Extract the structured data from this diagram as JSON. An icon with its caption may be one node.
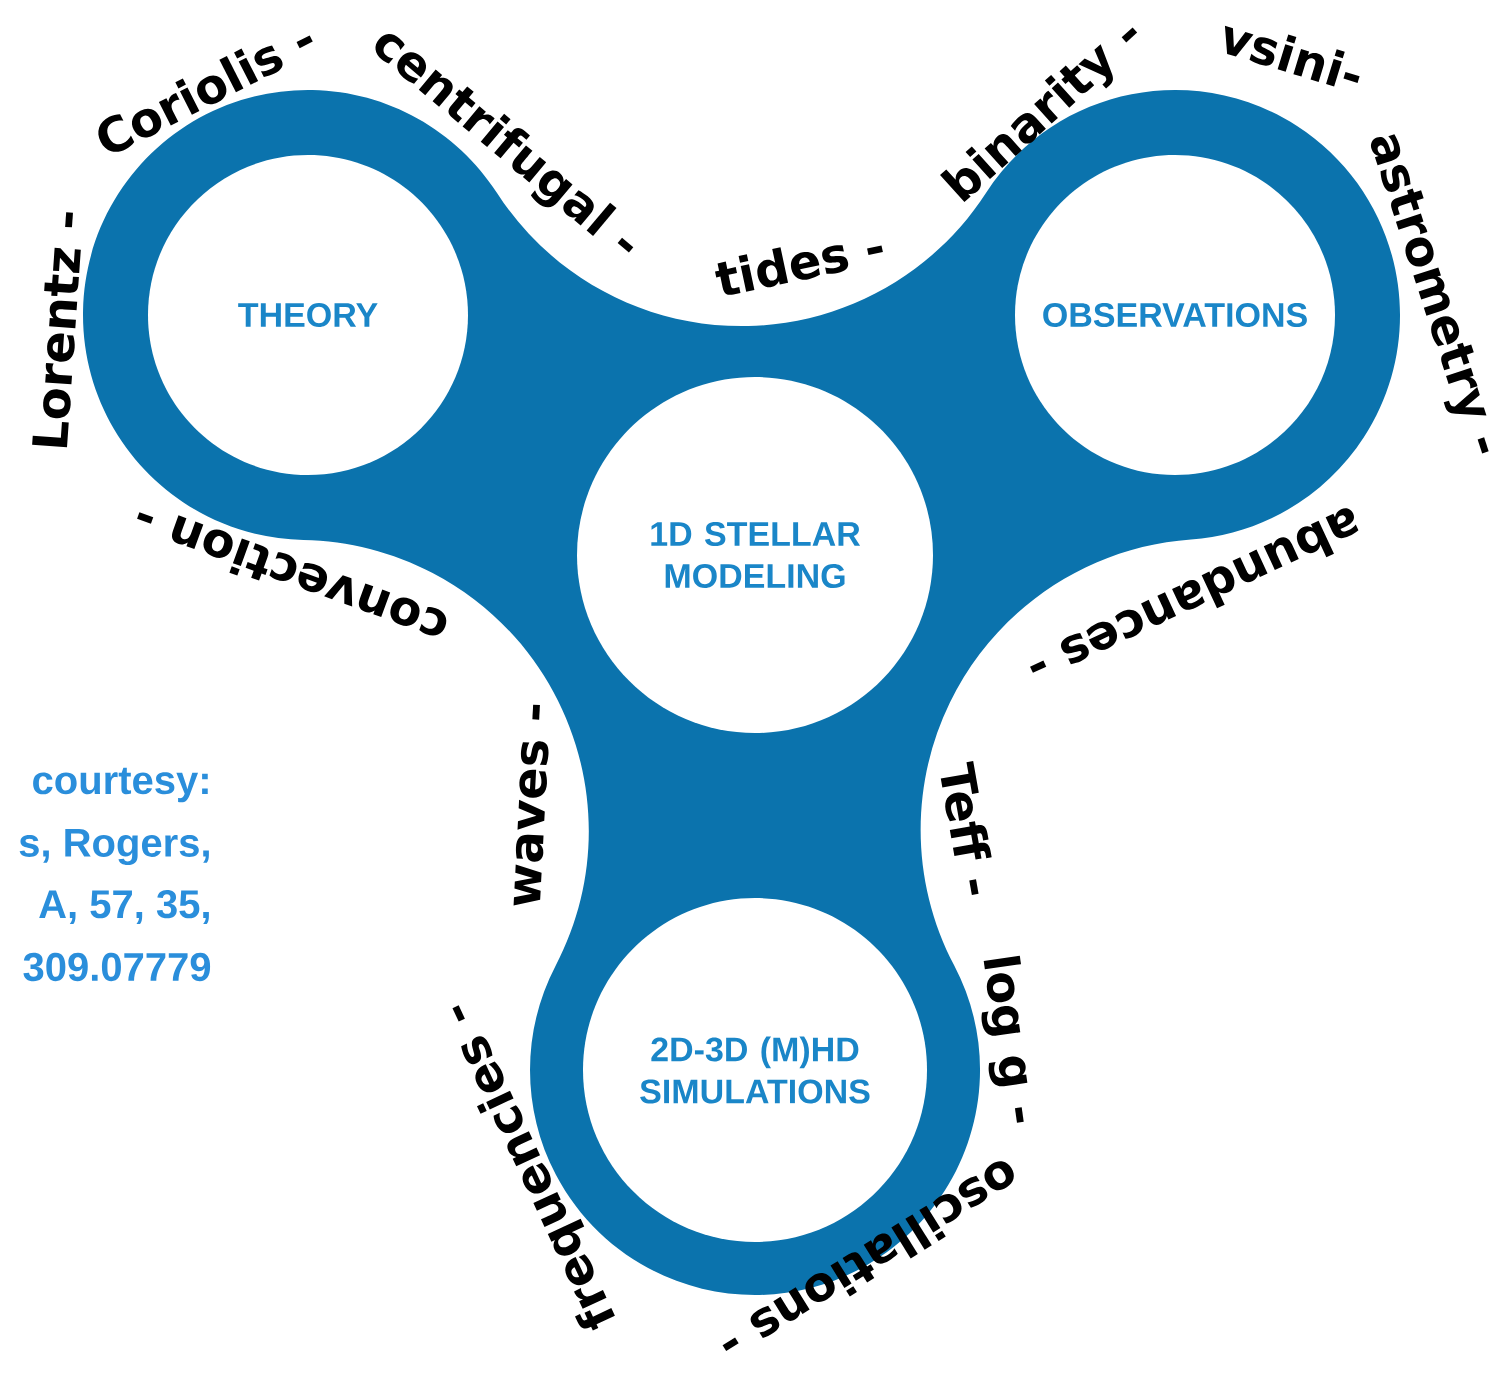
{
  "diagram": {
    "nodes": [
      {
        "text": [
          "THEORY"
        ]
      },
      {
        "text": [
          "OBSERVATIONS"
        ]
      },
      {
        "text": [
          "1D STELLAR MODELING"
        ]
      },
      {
        "text": [
          "2D-3D (M)HD SIMULATIONS"
        ]
      }
    ],
    "labels": [
      "Lorentz -",
      "Coriolis -",
      "centrifugal -",
      "tides -",
      "binarity -",
      "vsini-",
      "astrometry -",
      "abundances -",
      "Teff -",
      "log g -",
      "oscillations -",
      "frequencies -",
      "waves -",
      "convection -",
      "courtesy:",
      "s, Rogers,",
      "A, 57, 35,",
      "309.07779"
    ]
  }
}
